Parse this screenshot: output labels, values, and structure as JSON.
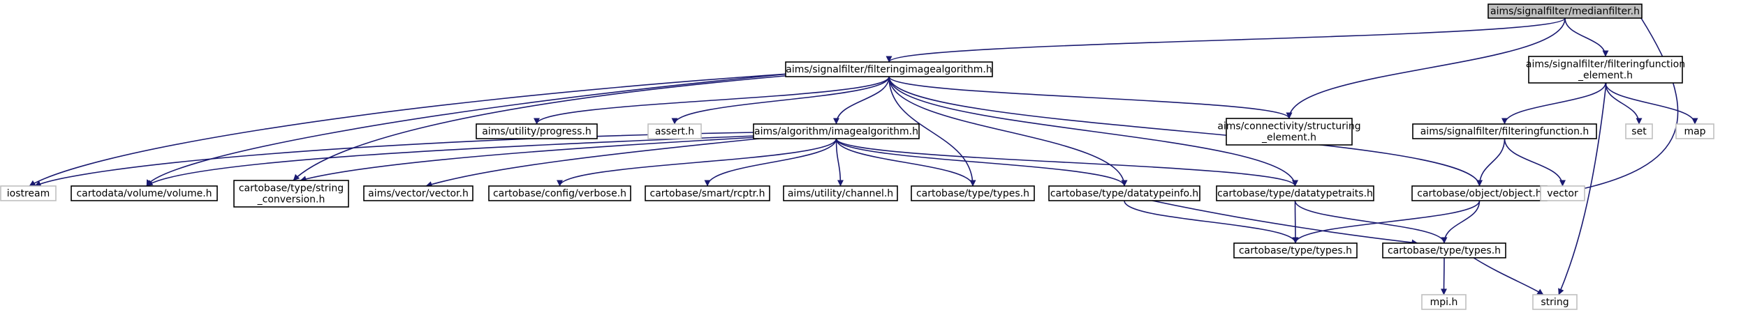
{
  "colors": {
    "edge": "#191970",
    "box_border": "#000000",
    "muted_border": "#bfbfbf",
    "text": "#000000",
    "root_fill": "#bfbfbf",
    "node_fill": "#ffffff"
  },
  "nodes": [
    {
      "id": "medianfilter",
      "lines": [
        "aims/signalfilter/medianfilter.h"
      ],
      "style": "root"
    },
    {
      "id": "filteringimagealgorithm",
      "lines": [
        "aims/signalfilter/filteringimagealgorithm.h"
      ],
      "style": "normal"
    },
    {
      "id": "filteringfunction_element",
      "lines": [
        "aims/signalfilter/filteringfunction",
        "_element.h"
      ],
      "style": "normal"
    },
    {
      "id": "progress",
      "lines": [
        "aims/utility/progress.h"
      ],
      "style": "normal"
    },
    {
      "id": "assert",
      "lines": [
        "assert.h"
      ],
      "style": "muted"
    },
    {
      "id": "imagealgorithm",
      "lines": [
        "aims/algorithm/imagealgorithm.h"
      ],
      "style": "normal"
    },
    {
      "id": "structuring_element",
      "lines": [
        "aims/connectivity/structuring",
        "_element.h"
      ],
      "style": "normal"
    },
    {
      "id": "filteringfunction",
      "lines": [
        "aims/signalfilter/filteringfunction.h"
      ],
      "style": "normal"
    },
    {
      "id": "set",
      "lines": [
        "set"
      ],
      "style": "muted"
    },
    {
      "id": "map",
      "lines": [
        "map"
      ],
      "style": "muted"
    },
    {
      "id": "iostream",
      "lines": [
        "iostream"
      ],
      "style": "muted"
    },
    {
      "id": "volume",
      "lines": [
        "cartodata/volume/volume.h"
      ],
      "style": "normal"
    },
    {
      "id": "string_conversion",
      "lines": [
        "cartobase/type/string",
        "_conversion.h"
      ],
      "style": "normal"
    },
    {
      "id": "vector_h",
      "lines": [
        "aims/vector/vector.h"
      ],
      "style": "normal"
    },
    {
      "id": "verbose",
      "lines": [
        "cartobase/config/verbose.h"
      ],
      "style": "normal"
    },
    {
      "id": "rcptr",
      "lines": [
        "cartobase/smart/rcptr.h"
      ],
      "style": "normal"
    },
    {
      "id": "channel",
      "lines": [
        "aims/utility/channel.h"
      ],
      "style": "normal"
    },
    {
      "id": "types_mid",
      "lines": [
        "cartobase/type/types.h"
      ],
      "style": "normal"
    },
    {
      "id": "datatypeinfo",
      "lines": [
        "cartobase/type/datatypeinfo.h"
      ],
      "style": "normal"
    },
    {
      "id": "datatypetraits",
      "lines": [
        "cartobase/type/datatypetraits.h"
      ],
      "style": "normal"
    },
    {
      "id": "object",
      "lines": [
        "cartobase/object/object.h"
      ],
      "style": "normal"
    },
    {
      "id": "vector_std",
      "lines": [
        "vector"
      ],
      "style": "muted"
    },
    {
      "id": "types_b1",
      "lines": [
        "cartobase/type/types.h"
      ],
      "style": "normal"
    },
    {
      "id": "types_b2",
      "lines": [
        "cartobase/type/types.h"
      ],
      "style": "normal"
    },
    {
      "id": "mpi",
      "lines": [
        "mpi.h"
      ],
      "style": "muted"
    },
    {
      "id": "string_std",
      "lines": [
        "string"
      ],
      "style": "muted"
    }
  ],
  "edges": [
    [
      "medianfilter",
      "filteringimagealgorithm"
    ],
    [
      "medianfilter",
      "structuring_element"
    ],
    [
      "medianfilter",
      "filteringfunction_element"
    ],
    [
      "medianfilter",
      "vector_std"
    ],
    [
      "filteringimagealgorithm",
      "iostream"
    ],
    [
      "filteringimagealgorithm",
      "progress"
    ],
    [
      "filteringimagealgorithm",
      "assert"
    ],
    [
      "filteringimagealgorithm",
      "imagealgorithm"
    ],
    [
      "filteringimagealgorithm",
      "structuring_element"
    ],
    [
      "filteringimagealgorithm",
      "volume"
    ],
    [
      "filteringimagealgorithm",
      "string_conversion"
    ],
    [
      "filteringimagealgorithm",
      "types_mid"
    ],
    [
      "filteringimagealgorithm",
      "datatypeinfo"
    ],
    [
      "filteringimagealgorithm",
      "datatypetraits"
    ],
    [
      "filteringimagealgorithm",
      "object"
    ],
    [
      "imagealgorithm",
      "iostream"
    ],
    [
      "imagealgorithm",
      "volume"
    ],
    [
      "imagealgorithm",
      "string_conversion"
    ],
    [
      "imagealgorithm",
      "vector_h"
    ],
    [
      "imagealgorithm",
      "verbose"
    ],
    [
      "imagealgorithm",
      "rcptr"
    ],
    [
      "imagealgorithm",
      "channel"
    ],
    [
      "imagealgorithm",
      "types_mid"
    ],
    [
      "imagealgorithm",
      "datatypeinfo"
    ],
    [
      "imagealgorithm",
      "datatypetraits"
    ],
    [
      "filteringfunction_element",
      "filteringfunction"
    ],
    [
      "filteringfunction_element",
      "set"
    ],
    [
      "filteringfunction_element",
      "map"
    ],
    [
      "filteringfunction_element",
      "string_std"
    ],
    [
      "filteringfunction",
      "object"
    ],
    [
      "filteringfunction",
      "vector_std"
    ],
    [
      "object",
      "types_b1"
    ],
    [
      "object",
      "types_b2"
    ],
    [
      "datatypeinfo",
      "types_b1"
    ],
    [
      "datatypeinfo",
      "types_b2"
    ],
    [
      "datatypetraits",
      "types_b1"
    ],
    [
      "datatypetraits",
      "types_b2"
    ],
    [
      "types_b2",
      "mpi"
    ],
    [
      "types_b2",
      "string_std"
    ]
  ]
}
